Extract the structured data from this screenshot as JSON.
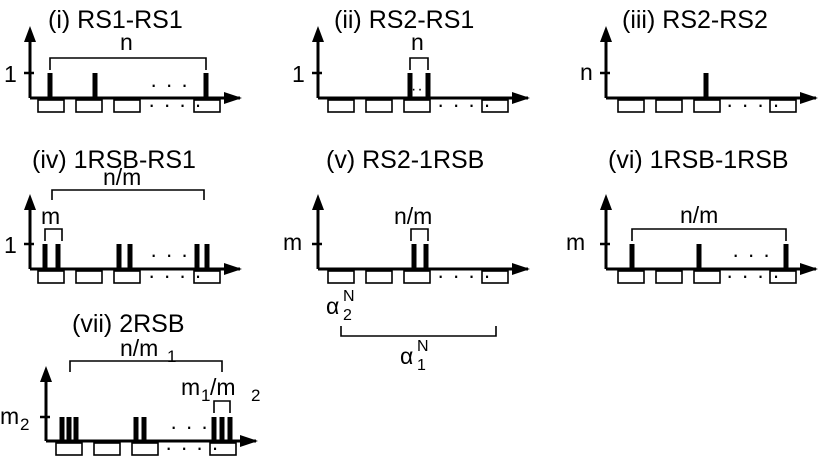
{
  "panels": {
    "p1": {
      "title": "(i) RS1-RS1",
      "ylabel": "1",
      "bracket": "n",
      "dots_top": "· · ·",
      "dots_bot": "· · · ·"
    },
    "p2": {
      "title": "(ii) RS2-RS1",
      "ylabel": "1",
      "bracket": "n",
      "dots_mid": "···",
      "dots_bot": "· · · ·"
    },
    "p3": {
      "title": "(iii) RS2-RS2",
      "ylabel": "n",
      "dots_bot": "· · · ·"
    },
    "p4": {
      "title": "(iv) 1RSB-RS1",
      "ylabel": "1",
      "bracket_outer": "n/m",
      "bracket_inner": "m",
      "dots_top": "· · ·",
      "dots_bot": "· · · ·"
    },
    "p5": {
      "title": "(v) RS2-1RSB",
      "ylabel": "m",
      "bracket": "n/m",
      "dots_bot": "· · · ·",
      "alpha2": "α",
      "alpha2_sup": "N",
      "alpha2_sub": "2",
      "alpha1": "α",
      "alpha1_sup": "N",
      "alpha1_sub": "1"
    },
    "p6": {
      "title": "(vi) 1RSB-1RSB",
      "ylabel": "m",
      "bracket": "n/m",
      "dots_top": "· · ·",
      "dots_bot": "· · · ·"
    },
    "p7": {
      "title": "(vii) 2RSB",
      "ylabel_main": "m",
      "ylabel_sub": "2",
      "bracket_outer_main": "n/m",
      "bracket_outer_sub": "1",
      "bracket_inner_a": "m",
      "bracket_inner_a_sub": "1",
      "bracket_inner_b": "/m",
      "bracket_inner_b_sub": "2",
      "dots_top": "· · ·",
      "dots_bot": "· · · ·"
    }
  }
}
